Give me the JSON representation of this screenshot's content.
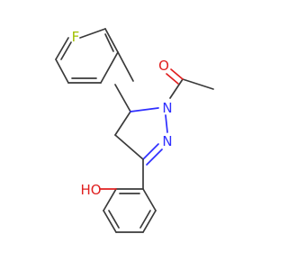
{
  "atoms": {
    "fluorine": "F",
    "carbonyl_oxygen": "O",
    "ring_nitrogen_1": "N",
    "ring_nitrogen_2": "N",
    "hydroxyl": "HO"
  },
  "colors": {
    "bond": "#3a3a3a",
    "fluorine": "#a0c000",
    "oxygen": "#e02020",
    "nitrogen": "#2e2eff",
    "background": "#ffffff"
  }
}
